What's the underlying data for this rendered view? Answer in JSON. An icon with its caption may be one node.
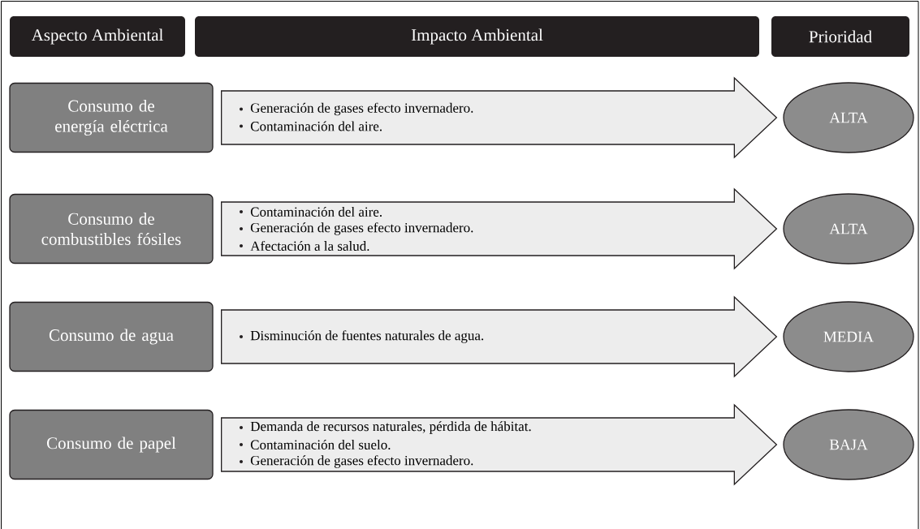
{
  "diagram": {
    "nodes": [
      {
        "text": [
          "Aspecto Ambiental"
        ]
      },
      {
        "text": [
          "Impacto Ambiental"
        ]
      },
      {
        "text": [
          "Prioridad"
        ]
      },
      {
        "text": [
          "Consumo de energía eléctrica"
        ]
      },
      {
        "text": [
          "Generación de gases efecto invernadero.",
          "Contaminación del aire."
        ]
      },
      {
        "text": [
          "ALTA"
        ]
      },
      {
        "text": [
          "Consumo de combustibles fósiles"
        ]
      },
      {
        "text": [
          "Contaminación del aire.",
          "Generación de gases efecto invernadero.",
          "Afectación a la salud."
        ]
      },
      {
        "text": [
          "ALTA"
        ]
      },
      {
        "text": [
          "Consumo de agua"
        ]
      },
      {
        "text": [
          "Disminución de fuentes naturales de agua."
        ]
      },
      {
        "text": [
          "MEDIA"
        ]
      },
      {
        "text": [
          "Consumo de papel"
        ]
      },
      {
        "text": [
          "Demanda de recursos naturales, pérdida de hábitat.",
          "Contaminación del suelo.",
          "Generación de gases efecto invernadero."
        ]
      },
      {
        "text": [
          "BAJA"
        ]
      }
    ],
    "edges": [
      {
        "from": 3,
        "to": 5,
        "arrow": "to"
      },
      {
        "from": 6,
        "to": 8,
        "arrow": "to"
      },
      {
        "from": 9,
        "to": 11,
        "arrow": "to"
      },
      {
        "from": 12,
        "to": 14,
        "arrow": "to"
      }
    ]
  }
}
